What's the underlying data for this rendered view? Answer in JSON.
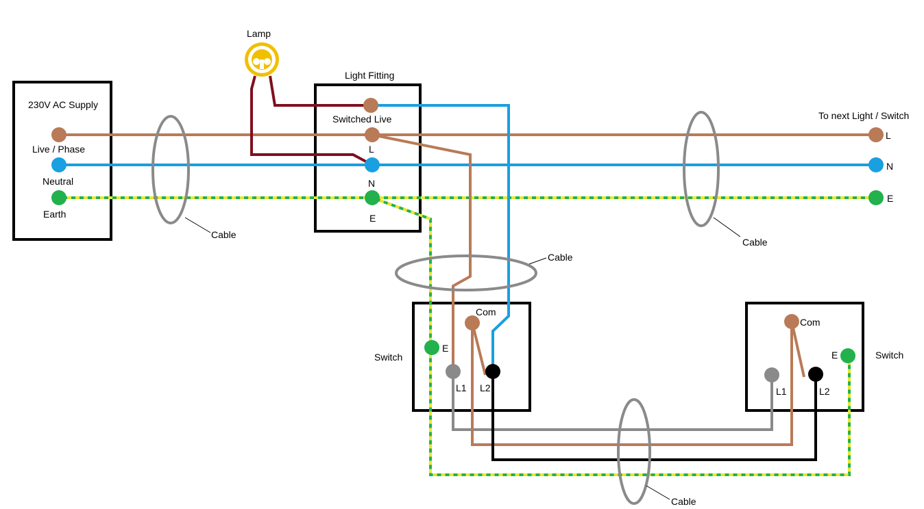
{
  "colors": {
    "live": "#b97a57",
    "neutral": "#1a9fe0",
    "earth_green": "#22b14c",
    "earth_yellow": "#e8e830",
    "lamp_feed": "#7f0f1f",
    "switch_l1": "#8a8a8a",
    "switch_l2": "#000000",
    "cable": "#8a8a8a",
    "lamp": "#f0c000"
  },
  "labels": {
    "lamp": "Lamp",
    "light_fitting": "Light Fitting",
    "supply": "230V AC Supply",
    "live_phase": "Live / Phase",
    "neutral": "Neutral",
    "earth": "Earth",
    "switched_live": "Switched Live",
    "fit_l": "L",
    "fit_n": "N",
    "fit_e": "E",
    "next": "To next Light / Switch",
    "next_l": "L",
    "next_n": "N",
    "next_e": "E",
    "cable_supply": "Cable",
    "cable_next": "Cable",
    "cable_drop": "Cable",
    "cable_strap": "Cable",
    "switch1": "Switch",
    "switch1_com": "Com",
    "switch1_e": "E",
    "switch1_l1": "L1",
    "switch1_l2": "L2",
    "switch2": "Switch",
    "switch2_com": "Com",
    "switch2_e": "E",
    "switch2_l1": "L1",
    "switch2_l2": "L2"
  },
  "icons": {
    "lamp": "lamp-bulb-icon",
    "terminal": "terminal-dot-icon"
  }
}
